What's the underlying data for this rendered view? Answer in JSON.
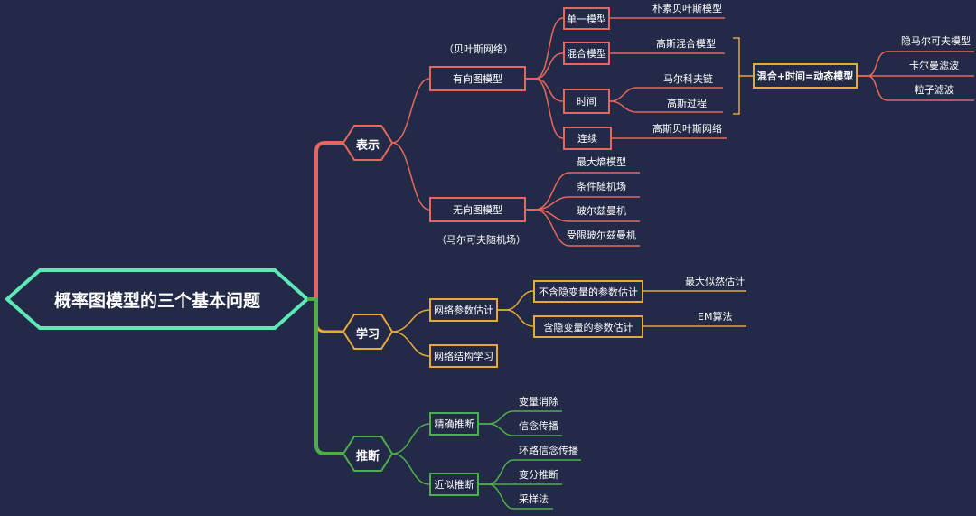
{
  "root": {
    "label": "概率图模型的三个基本问题",
    "color": "#5de8b8"
  },
  "colors": {
    "background": "#232a47",
    "representation": "#e8675b",
    "learning": "#e8a83a",
    "inference": "#4fae4c"
  },
  "representation": {
    "label": "表示",
    "directed": {
      "label": "有向图模型",
      "note": "（贝叶斯网络）",
      "single": {
        "label": "单一模型",
        "leaf": "朴素贝叶斯模型"
      },
      "mixture": {
        "label": "混合模型",
        "leaf": "高斯混合模型"
      },
      "time": {
        "label": "时间",
        "leaves": [
          "马尔科夫链",
          "高斯过程"
        ]
      },
      "continuous": {
        "label": "连续",
        "leaf": "高斯贝叶斯网络"
      },
      "dynamic": {
        "label": "混合+时间=动态模型",
        "leaves": [
          "隐马尔可夫模型",
          "卡尔曼滤波",
          "粒子滤波"
        ]
      }
    },
    "undirected": {
      "label": "无向图模型",
      "note": "（马尔可夫随机场）",
      "leaves": [
        "最大熵模型",
        "条件随机场",
        "玻尔兹曼机",
        "受限玻尔兹曼机"
      ]
    }
  },
  "learning": {
    "label": "学习",
    "params": {
      "label": "网络参数估计",
      "no_hidden": {
        "label": "不含隐变量的参数估计",
        "leaf": "最大似然估计"
      },
      "hidden": {
        "label": "含隐变量的参数估计",
        "leaf": "EM算法"
      }
    },
    "structure": {
      "label": "网络结构学习"
    }
  },
  "inference": {
    "label": "推断",
    "exact": {
      "label": "精确推断",
      "leaves": [
        "变量消除",
        "信念传播"
      ]
    },
    "approx": {
      "label": "近似推断",
      "leaves": [
        "环路信念传播",
        "变分推断",
        "采样法"
      ]
    }
  }
}
